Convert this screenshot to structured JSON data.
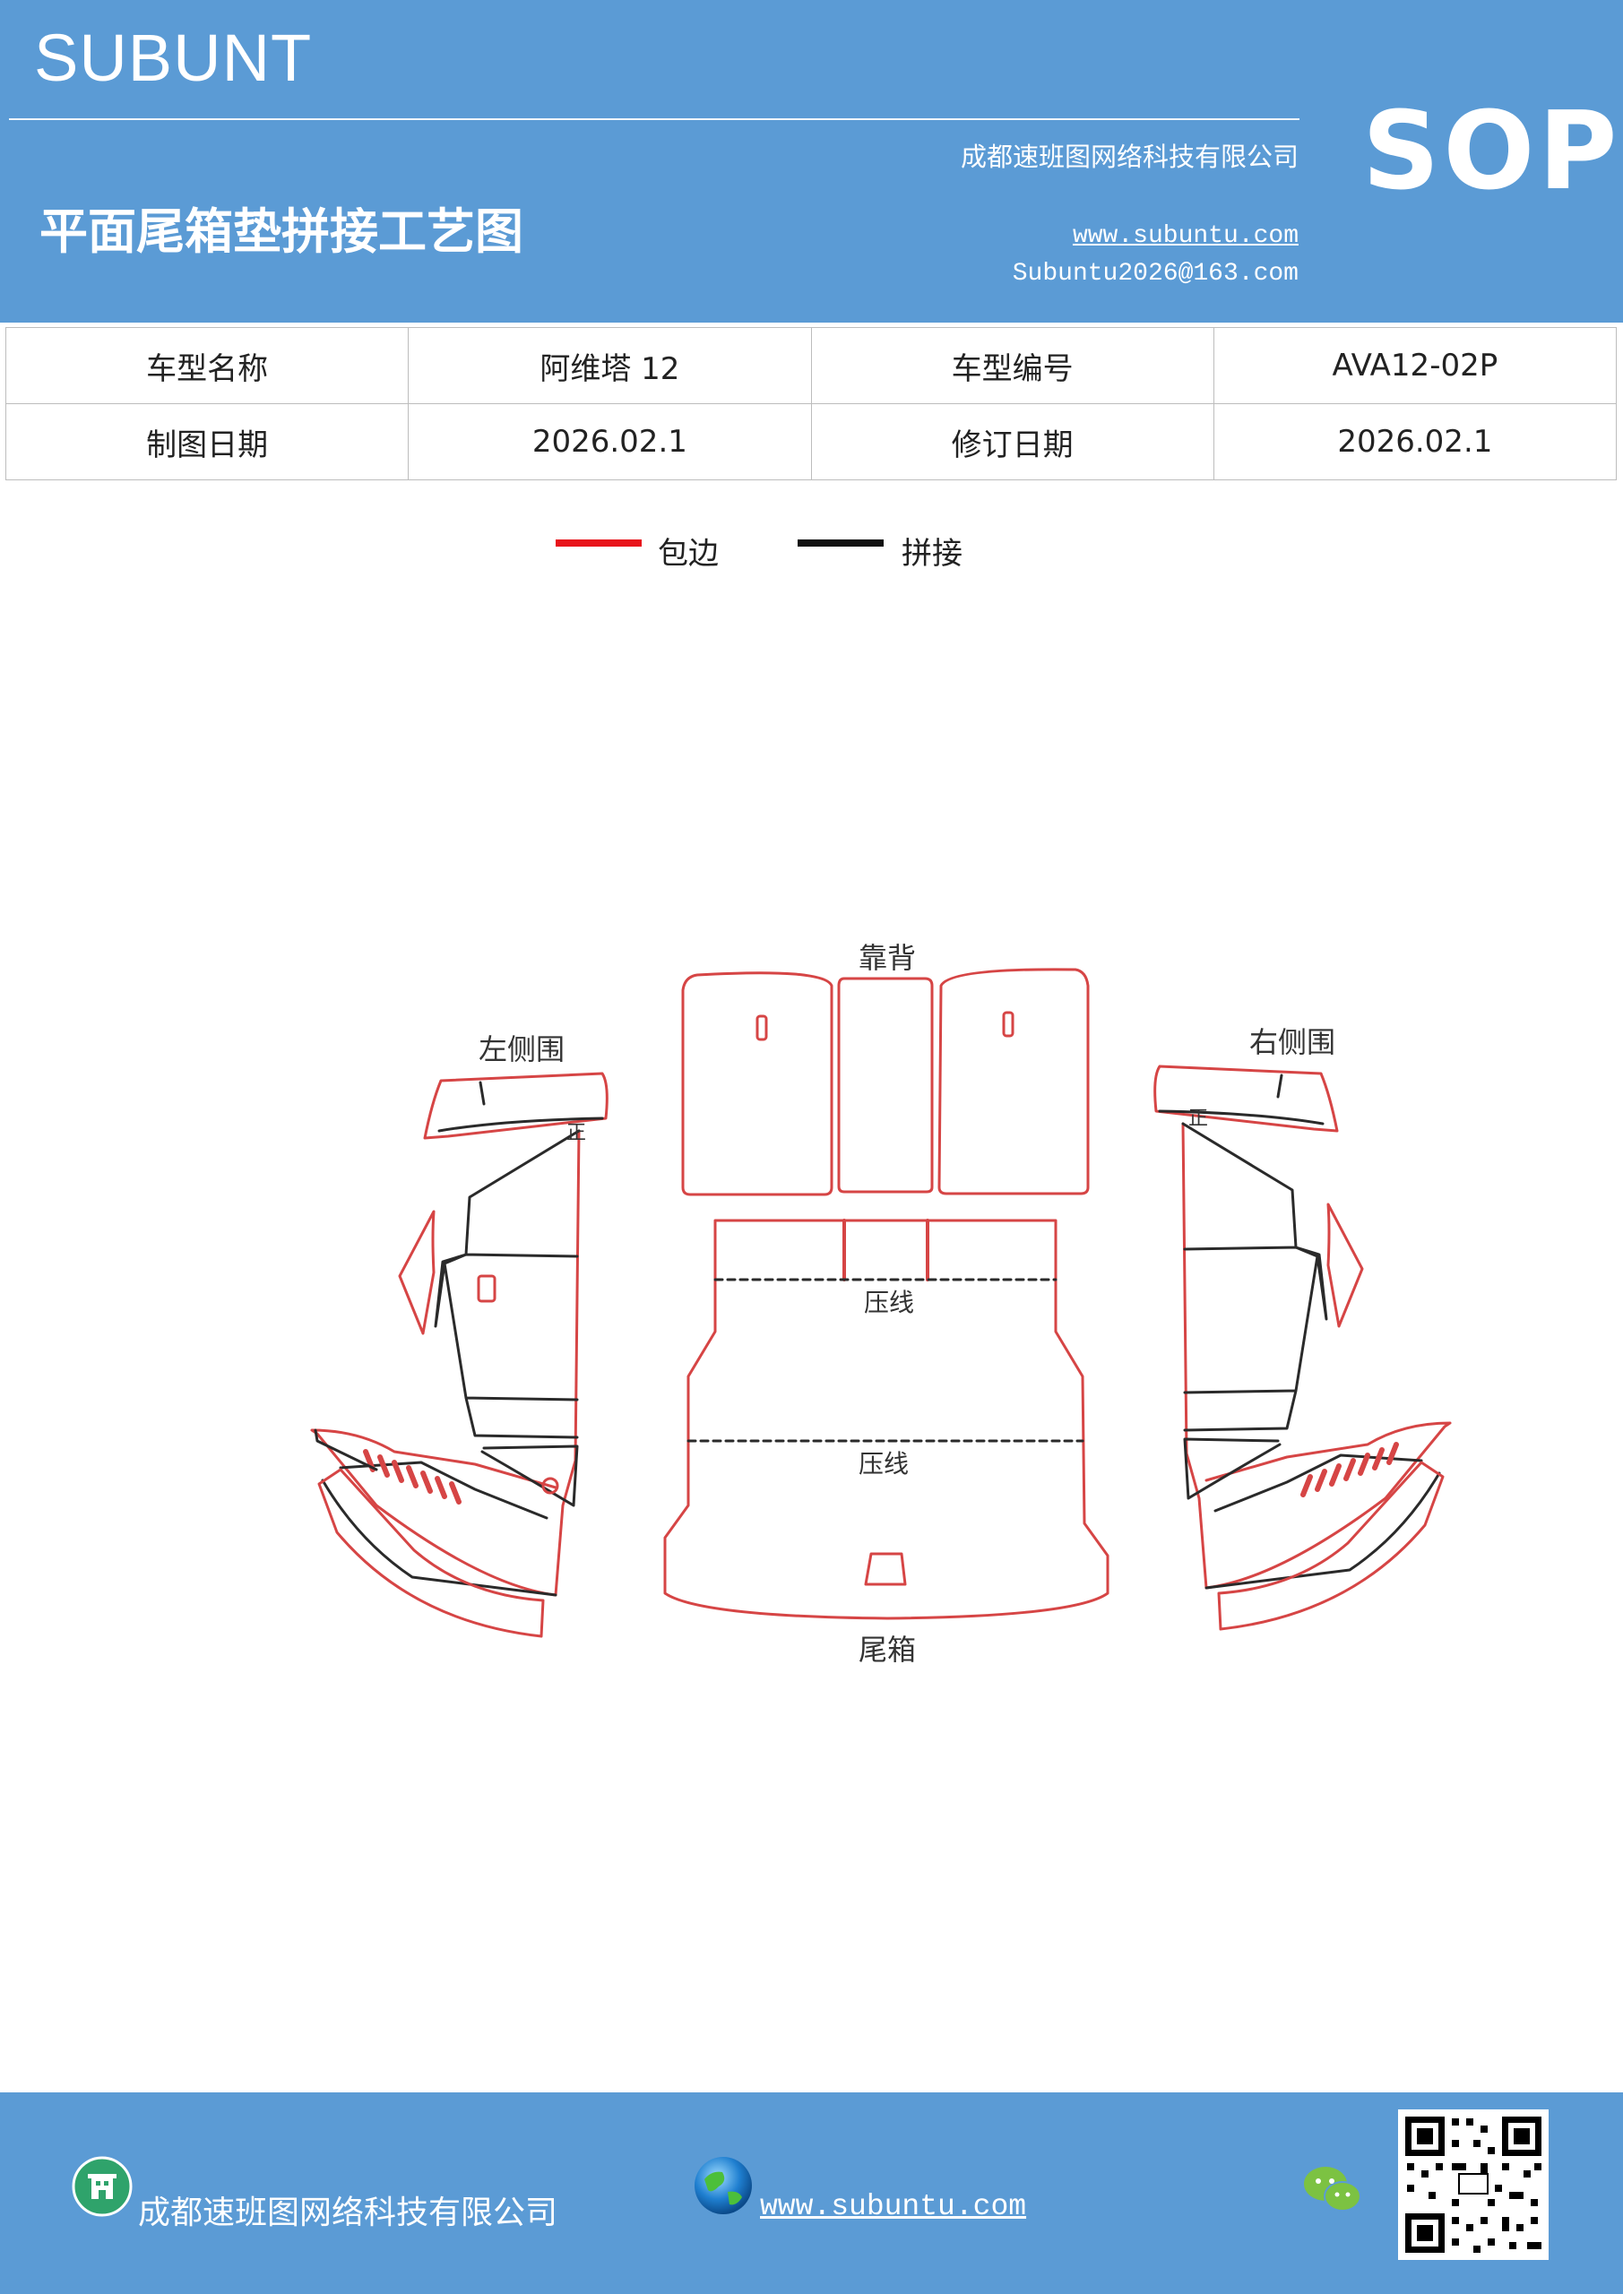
{
  "header": {
    "brand": "SUBUNT",
    "company": "成都速班图网络科技有限公司",
    "sop": "SOP",
    "title": "平面尾箱垫拼接工艺图",
    "website": "www.subuntu.com",
    "email": "Subuntu2026@163.com"
  },
  "info_table": {
    "rows": [
      [
        "车型名称",
        "阿维塔 12",
        "车型编号",
        "AVA12-02P"
      ],
      [
        "制图日期",
        "2026.02.1",
        "修订日期",
        "2026.02.1"
      ]
    ]
  },
  "legend": {
    "items": [
      {
        "label": "包边",
        "color": "#e8141b"
      },
      {
        "label": "拼接",
        "color": "#111111"
      }
    ]
  },
  "diagram": {
    "labels": {
      "backrest": "靠背",
      "left_side": "左侧围",
      "right_side": "右侧围",
      "press_line": "压线",
      "trunk": "尾箱",
      "mark": "正"
    },
    "colors": {
      "edge": "#d64545",
      "seam": "#2a2a2a"
    }
  },
  "footer": {
    "company": "成都速班图网络科技有限公司",
    "website": "www.subuntu.com"
  },
  "icons": [
    "building-icon",
    "globe-icon",
    "wechat-icon",
    "qr-code"
  ]
}
